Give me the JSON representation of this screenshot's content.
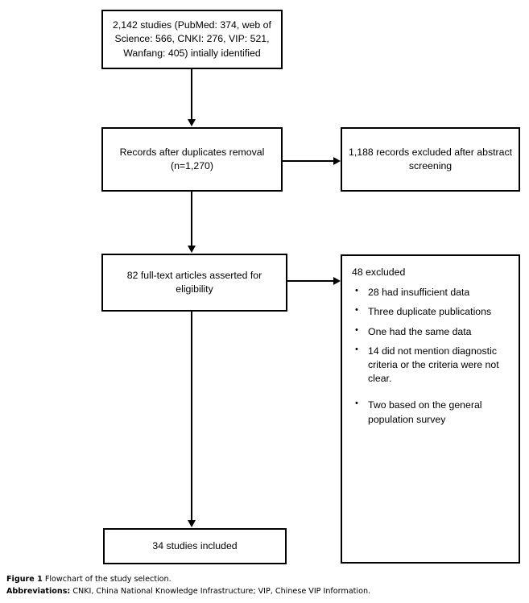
{
  "figure": {
    "caption_label": "Figure 1",
    "caption_text": "Flowchart of the study selection.",
    "abbrev_label": "Abbreviations:",
    "abbrev_text": "CNKI, China National Knowledge Infrastructure; VIP, Chinese VIP Information."
  },
  "flowchart": {
    "nodes": {
      "identified": "2,142 studies (PubMed: 374, web of Science: 566, CNKI: 276, VIP: 521, Wanfang: 405) intially identified",
      "dedup": "Records after duplicates removal (n=1,270)",
      "excluded_abstract": "1,188 records excluded after abstract screening",
      "fulltext": "82 full-text articles asserted for eligibility",
      "excluded_fulltext_headline": "48 excluded",
      "included": "34 studies included"
    },
    "excluded_fulltext_reasons": [
      "28 had insufficient data",
      "Three duplicate publications",
      "One had the same data",
      "14 did not mention diagnostic criteria or the criteria were not clear.",
      "Two based on the general population survey"
    ],
    "counts": {
      "total_identified": 2142,
      "pubmed": 374,
      "web_of_science": 566,
      "cnki": 276,
      "vip": 521,
      "wanfang": 405,
      "after_duplicates_removal": 1270,
      "excluded_after_abstract_screening": 1188,
      "full_text_assessed": 82,
      "excluded_full_text": 48,
      "studies_included": 34
    },
    "colors": {
      "stroke": "#000000",
      "background": "#ffffff"
    }
  }
}
